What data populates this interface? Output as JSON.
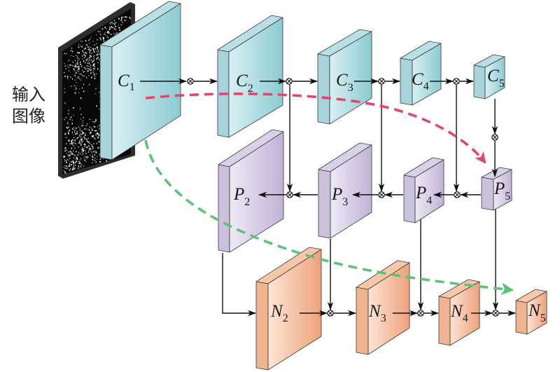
{
  "input": {
    "label_line1": "输入",
    "label_line2": "图像"
  },
  "backbone": [
    {
      "letter": "C",
      "sub": "1"
    },
    {
      "letter": "C",
      "sub": "2"
    },
    {
      "letter": "C",
      "sub": "3"
    },
    {
      "letter": "C",
      "sub": "4"
    },
    {
      "letter": "C",
      "sub": "5"
    }
  ],
  "top_down": [
    {
      "letter": "P",
      "sub": "2"
    },
    {
      "letter": "P",
      "sub": "3"
    },
    {
      "letter": "P",
      "sub": "4"
    },
    {
      "letter": "P",
      "sub": "5"
    }
  ],
  "bottom_up": [
    {
      "letter": "N",
      "sub": "2"
    },
    {
      "letter": "N",
      "sub": "3"
    },
    {
      "letter": "N",
      "sub": "4"
    },
    {
      "letter": "N",
      "sub": "5"
    }
  ],
  "colors": {
    "backbone_side": "#a6d4da",
    "backbone_top": "#b8e1e5",
    "backbone_front_light": "#d8f0f3",
    "backbone_front_dark": "#8ccbd2",
    "top_down_side": "#cbc1dc",
    "top_down_top": "#d9d1e7",
    "top_down_front_light": "#efe9f6",
    "top_down_front_dark": "#c1b2d6",
    "bottom_up_side": "#f0b48f",
    "bottom_up_top": "#f7c7a8",
    "bottom_up_front_light": "#fde5d6",
    "bottom_up_front_dark": "#eea27b",
    "shortcut_top_path": "#e5456a",
    "shortcut_bottom_path": "#5cc47a",
    "input_frame": "#2d2d2d"
  }
}
